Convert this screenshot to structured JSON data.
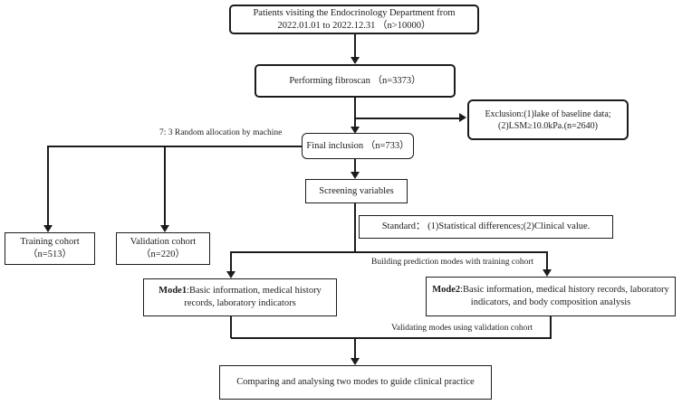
{
  "colors": {
    "line": "#1c1c1c",
    "text": "#1c1c1c",
    "background": "#ffffff"
  },
  "boxes": {
    "patients": {
      "line1": "Patients visiting the Endocrinology Department  from",
      "line2": "2022.01.01 to 2022.12.31 （n>10000）"
    },
    "fibroscan": {
      "text": "Performing  fibroscan （n=3373）"
    },
    "exclusion": {
      "line1": "Exclusion:(1)lake of baseline data;",
      "line2": "(2)LSM≥10.0kPa.(n=2640)"
    },
    "final_inclusion": {
      "text": "Final inclusion （n=733）"
    },
    "screening": {
      "text": "Screening variables"
    },
    "standard": {
      "text": "Standard： (1)Statistical differences;(2)Clinical value."
    },
    "training": {
      "line1": "Training cohort",
      "line2": "（n=513）"
    },
    "validation": {
      "line1": "Validation cohort",
      "line2": "（n=220）"
    },
    "mode1": {
      "prefix": "Mode1",
      "rest": ":Basic information, medical history records, laboratory indicators"
    },
    "mode2": {
      "prefix": "Mode2",
      "rest": ":Basic information, medical history records, laboratory indicators, and body composition analysis"
    },
    "comparing": {
      "text": "Comparing and analysing two modes to guide clinical practice"
    }
  },
  "edge_labels": {
    "allocation": "7: 3 Random allocation by machine",
    "building": "Building prediction modes with training cohort",
    "validating": "Validating modes using validation cohort"
  }
}
